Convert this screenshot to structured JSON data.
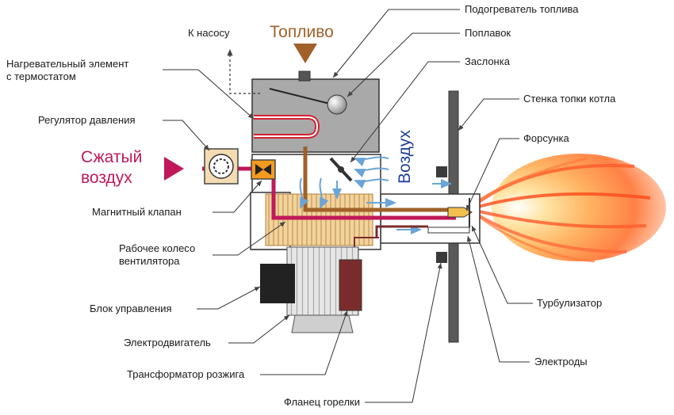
{
  "labels": {
    "fuel_heater": "Подогреватель топлива",
    "float": "Поплавок",
    "damper": "Заслонка",
    "to_pump": "К насосу",
    "heating_element": "Нагревательный элемент\nс термостатом",
    "pressure_regulator": "Регулятор давления",
    "furnace_wall": "Стенка топки котла",
    "nozzle": "Форсунка",
    "solenoid_valve": "Магнитный клапан",
    "fan_impeller": "Рабочее колесо\nвентилятора",
    "control_unit": "Блок управления",
    "electric_motor": "Электродвигатель",
    "ignition_transformer": "Трансформатор розжига",
    "burner_flange": "Фланец горелки",
    "turbulizer": "Турбулизатор",
    "electrodes": "Электроды"
  },
  "flows": {
    "fuel": "Топливо",
    "compressed_air": "Сжатый\nвоздух",
    "air": "Воздух"
  },
  "colors": {
    "fuel": "#a0612a",
    "compressed_air": "#c0185a",
    "air": "#1f3f9a",
    "body": "#ffffff",
    "heater_box": "#a9a9a9",
    "outline": "#333333",
    "heating_element": "#d42030",
    "valve": "#f39a1f",
    "regulator": "#f3dcb1",
    "fan": "#f2d39a",
    "control_unit": "#222222",
    "transformer": "#7a2c2c",
    "furnace_wall": "#5a5a5a",
    "flame_outer": "#ffd9a0",
    "flame_inner": "#e63d1a"
  }
}
